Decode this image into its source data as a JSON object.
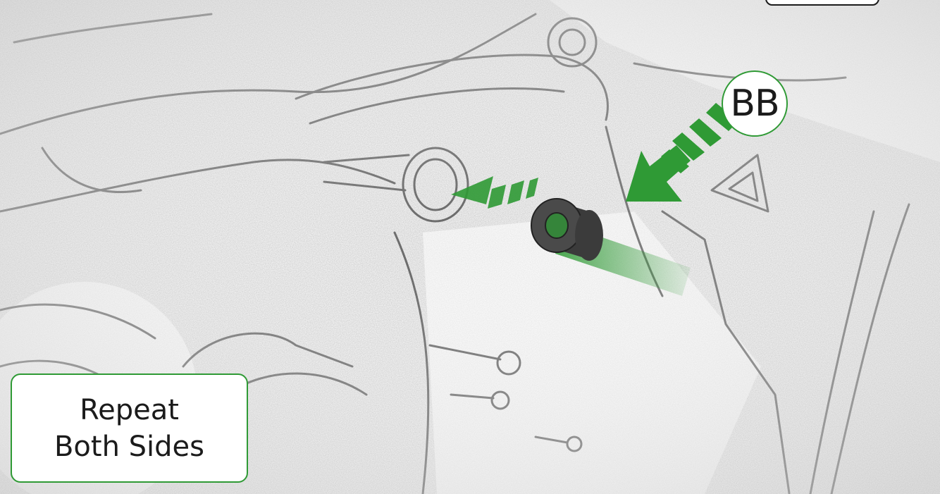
{
  "part_label": "BB",
  "note": {
    "line1": "Repeat",
    "line2": "Both Sides"
  },
  "colors": {
    "accent_green": "#2f9a35",
    "spacer_gray": "#4a4a4a"
  },
  "icons": {
    "spacer": "spacer-bushing-icon",
    "insert_arrow": "dashed-arrow-icon",
    "callout_arrow": "dashed-arrow-icon"
  }
}
